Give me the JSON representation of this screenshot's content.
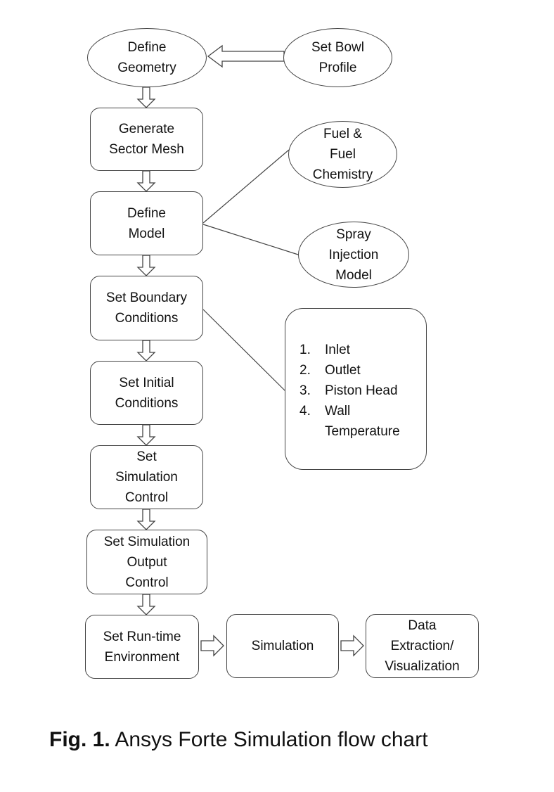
{
  "nodes": {
    "define_geometry": "Define\nGeometry",
    "set_bowl_profile": "Set Bowl\nProfile",
    "generate_sector_mesh": "Generate\nSector Mesh",
    "fuel_chemistry": "Fuel &\nFuel\nChemistry",
    "define_model": "Define\nModel",
    "spray_injection_model": "Spray\nInjection\nModel",
    "set_boundary_conditions": "Set Boundary\nConditions",
    "set_initial_conditions": "Set Initial\nConditions",
    "set_simulation_control": "Set\nSimulation\nControl",
    "set_simulation_output_control": "Set Simulation\nOutput\nControl",
    "set_runtime_environment": "Set Run-time\nEnvironment",
    "simulation": "Simulation",
    "data_extraction": "Data\nExtraction/\nVisualization"
  },
  "boundary_list": [
    {
      "num": "1.",
      "text": "Inlet"
    },
    {
      "num": "2.",
      "text": "Outlet"
    },
    {
      "num": "3.",
      "text": "Piston Head"
    },
    {
      "num": "4.",
      "text": "Wall\nTemperature"
    }
  ],
  "caption": {
    "label": "Fig. 1.",
    "text": " Ansys Forte Simulation flow chart"
  }
}
